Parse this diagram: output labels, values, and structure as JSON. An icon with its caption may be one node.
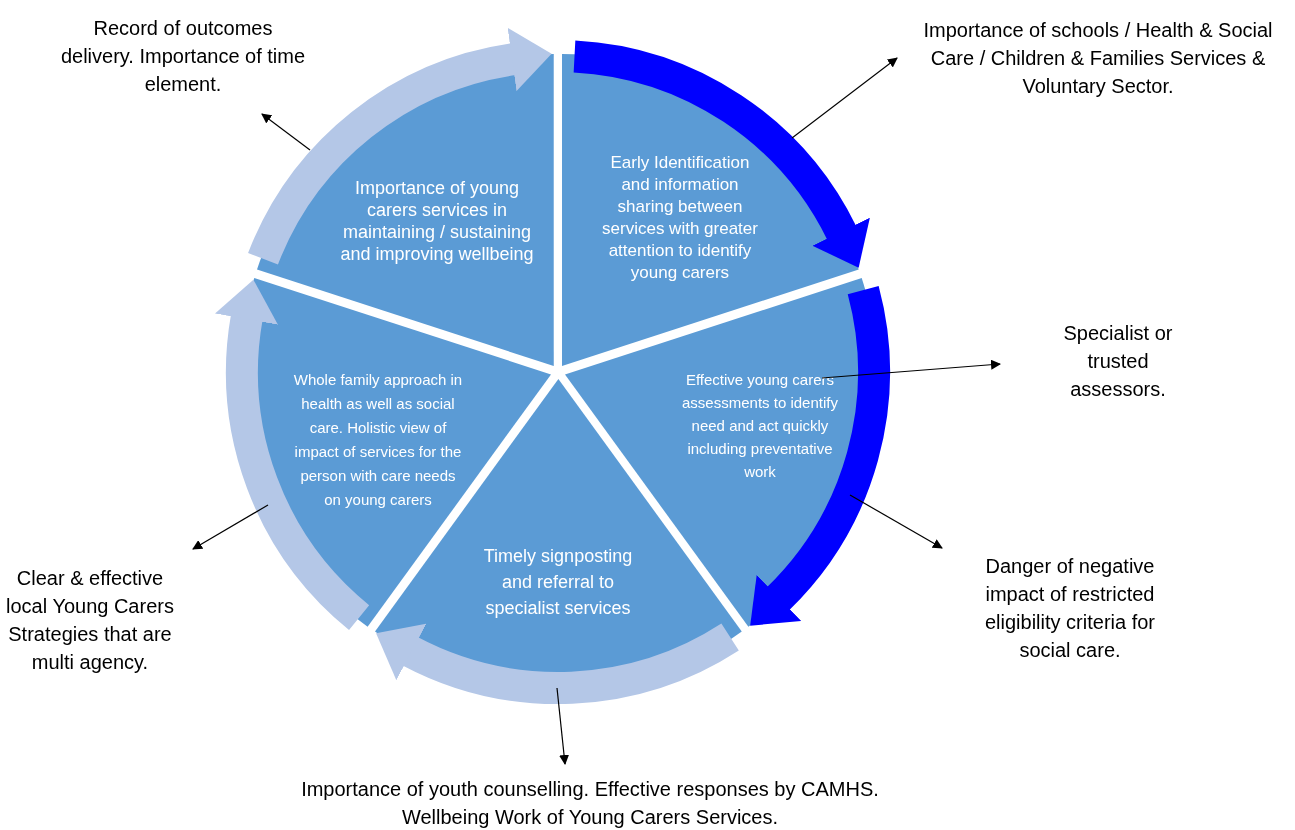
{
  "diagram": {
    "nodes": [
      {
        "text": [
          "Importance of young carers services in maintaining / sustaining and improving wellbeing"
        ]
      },
      {
        "text": [
          "Early Identification and information sharing between services with greater attention to identify young carers"
        ]
      },
      {
        "text": [
          "Effective young carers assessments to identify need and act quickly including preventative work"
        ]
      },
      {
        "text": [
          "Timely signposting and referral to specialist services"
        ]
      },
      {
        "text": [
          "Whole family approach in health as well as social care. Holistic view of impact of services for the person with care needs on young carers"
        ]
      },
      {
        "text": [
          "Record of outcomes delivery. Importance of time element."
        ]
      },
      {
        "text": [
          "Importance of schools / Health & Social Care / Children & Families Services & Voluntary Sector."
        ]
      },
      {
        "text": [
          "Specialist or trusted assessors."
        ]
      },
      {
        "text": [
          "Clear & effective local Young Carers Strategies that are multi agency."
        ]
      },
      {
        "text": [
          "Danger of negative impact of restricted eligibility criteria for social care."
        ]
      },
      {
        "text": [
          "Importance of youth counselling. Effective responses by CAMHS. Wellbeing Work of Young Carers Services."
        ]
      }
    ],
    "edges": [
      {
        "from": 0,
        "to": 5,
        "arrow": "to"
      },
      {
        "from": 1,
        "to": 6,
        "arrow": "to"
      },
      {
        "from": 2,
        "to": 7,
        "arrow": "to"
      },
      {
        "from": 4,
        "to": 8,
        "arrow": "to"
      },
      {
        "from": 2,
        "to": 9,
        "arrow": "to"
      },
      {
        "from": 3,
        "to": 10,
        "arrow": "to"
      },
      {
        "from": 0,
        "to": 1,
        "arrow": "to",
        "style": "thick",
        "color": "#b4c7e7"
      },
      {
        "from": 1,
        "to": 2,
        "arrow": "to",
        "style": "thick",
        "color": "#0000ff"
      },
      {
        "from": 2,
        "to": 3,
        "arrow": "to",
        "style": "thick",
        "color": "#0000ff"
      },
      {
        "from": 3,
        "to": 4,
        "arrow": "to",
        "style": "thick",
        "color": "#b4c7e7"
      },
      {
        "from": 4,
        "to": 0,
        "arrow": "to",
        "style": "thick",
        "color": "#b4c7e7"
      }
    ]
  }
}
